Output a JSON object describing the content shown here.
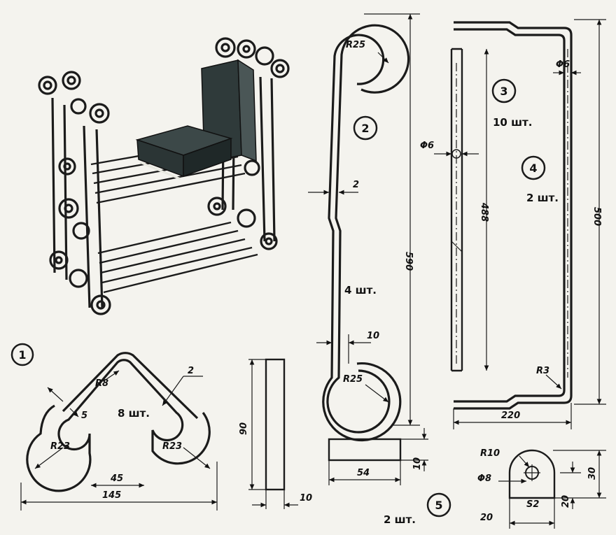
{
  "parts": [
    {
      "number": "1",
      "quantity": "8 шт.",
      "dims": {
        "radius_small": "R8",
        "radius_big_left": "R23",
        "radius_big_right": "R23",
        "thickness": "2",
        "gap": "5",
        "inner": "45",
        "overall": "145",
        "bar_length": "90",
        "bar_width": "10"
      }
    },
    {
      "number": "2",
      "quantity": "4 шт.",
      "dims": {
        "radius_top": "R25",
        "radius_bottom": "R25",
        "thickness": "2",
        "offset": "10",
        "height": "590"
      }
    },
    {
      "number": "3",
      "quantity": "10 шт.",
      "dims": {
        "diameter": "Φ6",
        "length": "488"
      }
    },
    {
      "number": "4",
      "quantity": "2 шт.",
      "dims": {
        "diameter": "Φ6",
        "height": "500",
        "width": "220",
        "radius": "R3"
      }
    },
    {
      "number": "5",
      "quantity": "2 шт.",
      "dims": {
        "radius": "R10",
        "hole": "Φ8",
        "thickness": "S2",
        "width": "20",
        "base": "20",
        "height": "30",
        "bar_length": "54",
        "bar_height": "10"
      }
    }
  ],
  "colors": {
    "ink": "#1b1b1b",
    "paper": "#f4f3ee",
    "book": "#2f3a3a"
  }
}
